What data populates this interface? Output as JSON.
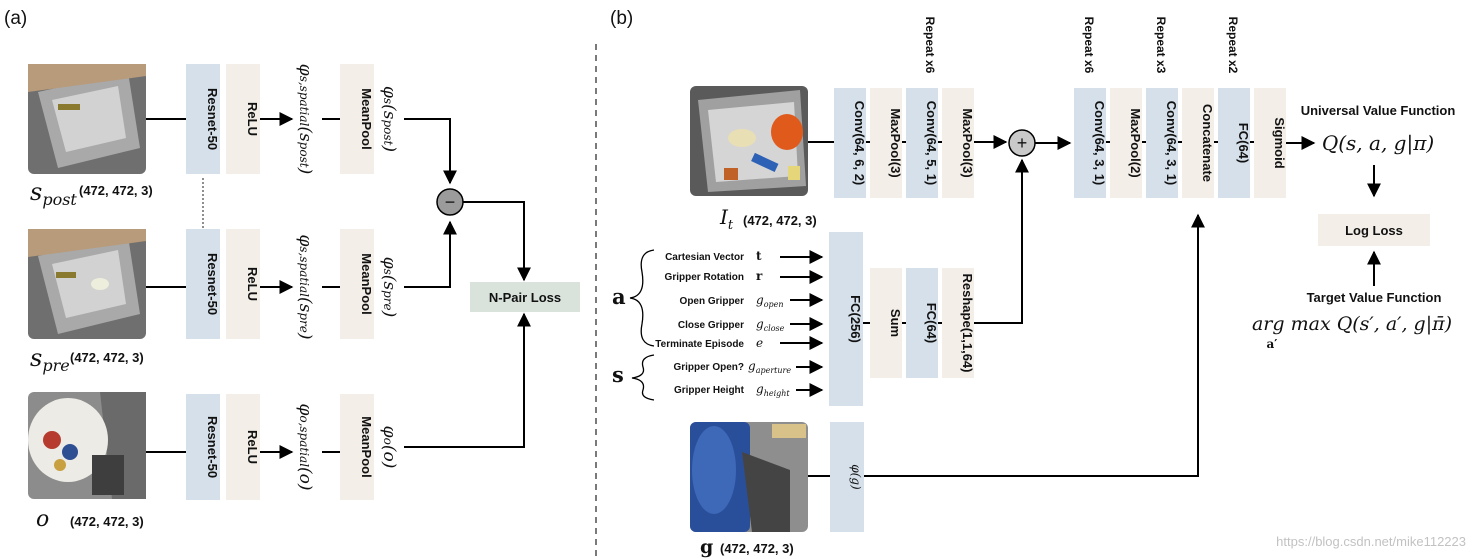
{
  "panel_a": {
    "label": "(a)",
    "rows": [
      {
        "input": "s",
        "input_sub": "post",
        "size": "(472, 472, 3)",
        "resnet": "Resnet-50",
        "relu": "ReLU",
        "spatial_phi": "φ",
        "spatial_sub": "s,spatial",
        "spatial_arg": "(s",
        "spatial_arg_sub": "post",
        "spatial_close": ")",
        "pool": "MeanPool",
        "out_phi": "φ",
        "out_sub": "s",
        "out_arg": "(s",
        "out_arg_sub": "post",
        "out_close": ")"
      },
      {
        "input": "s",
        "input_sub": "pre",
        "size": "(472, 472, 3)",
        "resnet": "Resnet-50",
        "relu": "ReLU",
        "spatial_phi": "φ",
        "spatial_sub": "s,spatial",
        "spatial_arg": "(s",
        "spatial_arg_sub": "pre",
        "spatial_close": ")",
        "pool": "MeanPool",
        "out_phi": "φ",
        "out_sub": "s",
        "out_arg": "(s",
        "out_arg_sub": "pre",
        "out_close": ")"
      },
      {
        "input": "o",
        "input_sub": "",
        "size": "(472, 472, 3)",
        "resnet": "Resnet-50",
        "relu": "ReLU",
        "spatial_phi": "φ",
        "spatial_sub": "o,spatial",
        "spatial_arg": "(o",
        "spatial_arg_sub": "",
        "spatial_close": ")",
        "pool": "MeanPool",
        "out_phi": "φ",
        "out_sub": "o",
        "out_arg": "(o",
        "out_arg_sub": "",
        "out_close": ")"
      }
    ],
    "minus": "−",
    "loss": "N-Pair Loss"
  },
  "panel_b": {
    "label": "(b)",
    "image_label": "I",
    "image_label_sub": "t",
    "image_size": "(472, 472, 3)",
    "g_label": "g",
    "g_size": "(472, 472, 3)",
    "conv_chain": [
      "Conv(64, 6, 2)",
      "MaxPool(3)",
      "Conv(64, 5, 1)",
      "MaxPool(3)"
    ],
    "repeat_conv5": "Repeat x6",
    "plus": "+",
    "head_chain": [
      "Conv(64, 3, 1)",
      "MaxPool(2)",
      "Conv(64, 3, 1)",
      "Concatenate",
      "FC(64)",
      "Sigmoid"
    ],
    "repeats": [
      "Repeat x6",
      "Repeat x3",
      "Repeat x2"
    ],
    "uvf_title": "Universal Value Function",
    "uvf_formula": "Q(s, a, g|π)",
    "log_loss": "Log Loss",
    "target_title": "Target Value Function",
    "target_formula": "arg max Q(s′, a′, g|π̄)",
    "target_under": "a′",
    "a_symbol": "a",
    "s_symbol": "s",
    "inputs": [
      {
        "name": "Cartesian Vector",
        "sym": "t"
      },
      {
        "name": "Gripper Rotation",
        "sym": "r"
      },
      {
        "name": "Open Gripper",
        "sym": "g",
        "sub": "open"
      },
      {
        "name": "Close Gripper",
        "sym": "g",
        "sub": "close"
      },
      {
        "name": "Terminate Episode",
        "sym": "e"
      },
      {
        "name": "Gripper Open?",
        "sym": "g",
        "sub": "aperture"
      },
      {
        "name": "Gripper Height",
        "sym": "g",
        "sub": "height"
      }
    ],
    "fc256": "FC(256)",
    "sum": "Sum",
    "fc64": "FC(64)",
    "reshape": "Reshape(1,1,64)",
    "phi_g": "φ(g)"
  },
  "watermark": "https://blog.csdn.net/mike112223",
  "colors": {
    "blue": "#d5e0ea",
    "beige": "#f3eee8",
    "green": "#d9e3dc"
  }
}
